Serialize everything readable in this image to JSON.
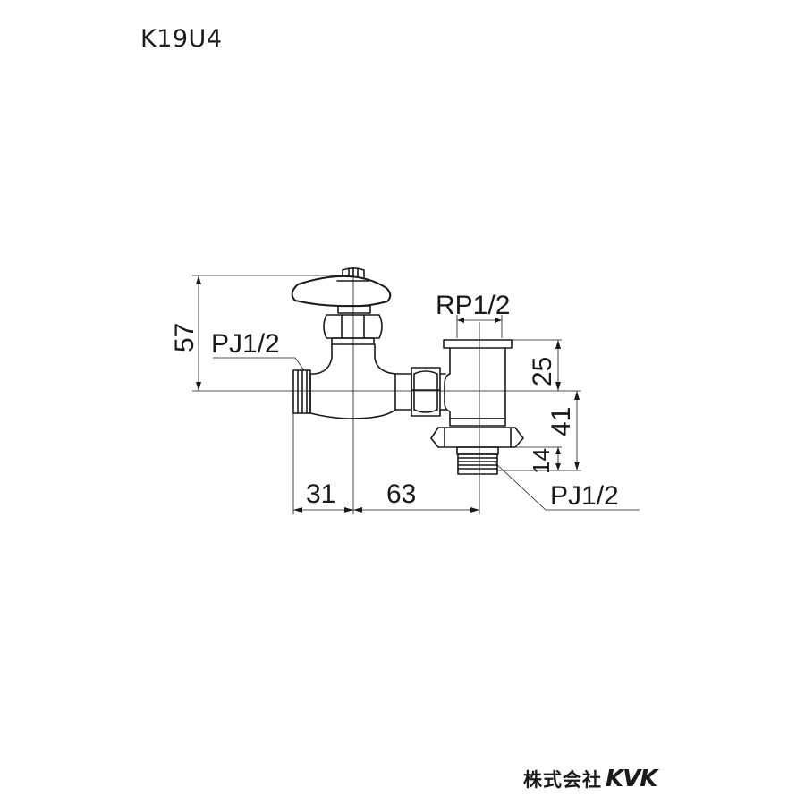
{
  "model_number": "K19U4",
  "labels": {
    "outlet_left_thread": "PJ1/2",
    "inlet_thread": "RP1/2",
    "outlet_bottom_thread": "PJ1/2"
  },
  "dimensions": {
    "height_total": "57",
    "left_length": "31",
    "center_length": "63",
    "inlet_height": "25",
    "bottom_height": "41",
    "thread_length": "14"
  },
  "brand": {
    "company_jp": "株式会社",
    "logo": "KVK"
  }
}
